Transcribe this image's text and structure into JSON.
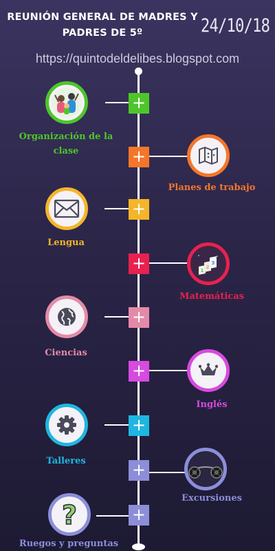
{
  "header": {
    "title": "REUNIÓN GENERAL DE MADRES Y PADRES DE 5º",
    "date": "24/10/18",
    "url": "https://quintodeldelibes.blogspot.com"
  },
  "timeline": {
    "items": [
      {
        "id": "organizacion",
        "label": "Organización de la clase",
        "color": "#4fc52a",
        "side": "left",
        "icon": "family-icon"
      },
      {
        "id": "planes",
        "label": "Planes de trabajo",
        "color": "#f5762a",
        "side": "right",
        "icon": "map-icon"
      },
      {
        "id": "lengua",
        "label": "Lengua",
        "color": "#f5b52a",
        "side": "left",
        "icon": "envelope-icon"
      },
      {
        "id": "matematicas",
        "label": "Matemáticas",
        "color": "#e8214f",
        "side": "right",
        "icon": "number-blocks-icon"
      },
      {
        "id": "ciencias",
        "label": "Ciencias",
        "color": "#e48aa9",
        "side": "left",
        "icon": "globe-icon"
      },
      {
        "id": "ingles",
        "label": "Inglés",
        "color": "#d64be0",
        "side": "right",
        "icon": "crown-icon"
      },
      {
        "id": "talleres",
        "label": "Talleres",
        "color": "#1fb6e0",
        "side": "left",
        "icon": "gear-icon"
      },
      {
        "id": "excursiones",
        "label": "Excursiones",
        "color": "#8c8ed8",
        "side": "right",
        "icon": "bus-icon"
      },
      {
        "id": "ruegos",
        "label": "Ruegos y preguntas",
        "color": "#8c8ed8",
        "side": "left",
        "icon": "question-icon"
      }
    ],
    "plus_glyph": "+"
  }
}
